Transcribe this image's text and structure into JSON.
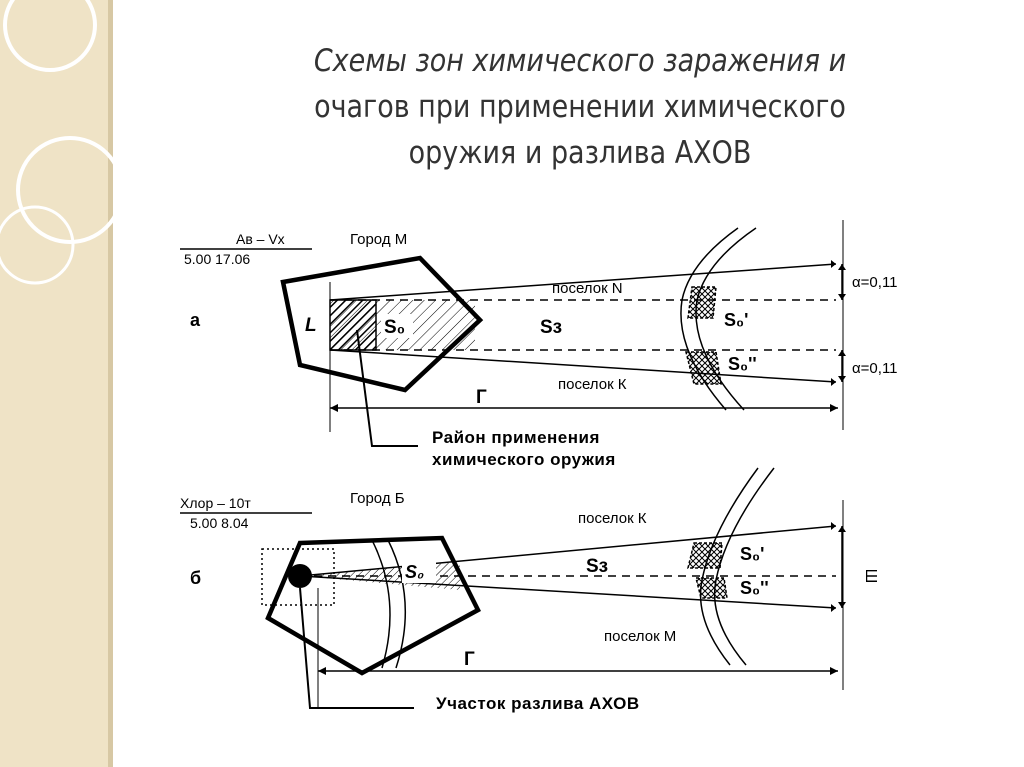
{
  "slide": {
    "title_line1": "Схемы зон химического заражения и",
    "title_line2": "очагов при применении химического",
    "title_line3": "оружия и разлива АХОВ",
    "accent_color": "#efe3c6"
  },
  "scheme_a": {
    "marker": "а",
    "label_top": "Ав – Vх",
    "label_bottom": "5.00 17.06",
    "city": "Город М",
    "village_top": "поселок N",
    "village_bottom": "поселок К",
    "l_label": "L",
    "s0": "S₀",
    "sz": "Sз",
    "s0_1": "S₀'",
    "s0_2": "S₀''",
    "alpha_top": "α=0,11",
    "alpha_bottom": "α=0,11",
    "g_label": "Г",
    "caption_line1": "Район применения",
    "caption_line2": "химического оружия"
  },
  "scheme_b": {
    "marker": "б",
    "label_top": "Хлор – 10т",
    "label_bottom": "5.00 8.04",
    "city": "Город Б",
    "village_top": "поселок К",
    "village_bottom": "поселок М",
    "s0": "S₀",
    "sz": "Sз",
    "s0_1": "S₀'",
    "s0_2": "S₀''",
    "w_label": "Ш",
    "g_label": "Г",
    "caption": "Участок разлива АХОВ"
  }
}
